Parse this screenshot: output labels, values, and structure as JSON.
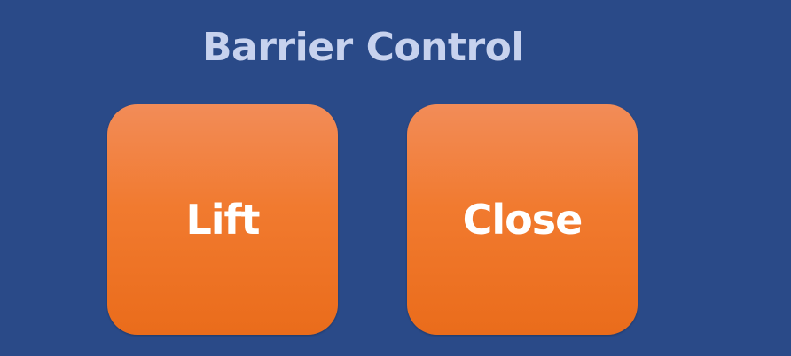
{
  "panel": {
    "title": "Barrier Control",
    "buttons": [
      {
        "label": "Lift"
      },
      {
        "label": "Close"
      }
    ]
  },
  "colors": {
    "background": "#2a4a88",
    "title_text": "#c7d2ee",
    "button_top": "#f28c58",
    "button_bottom": "#ea6c1b",
    "button_text": "#ffffff"
  }
}
